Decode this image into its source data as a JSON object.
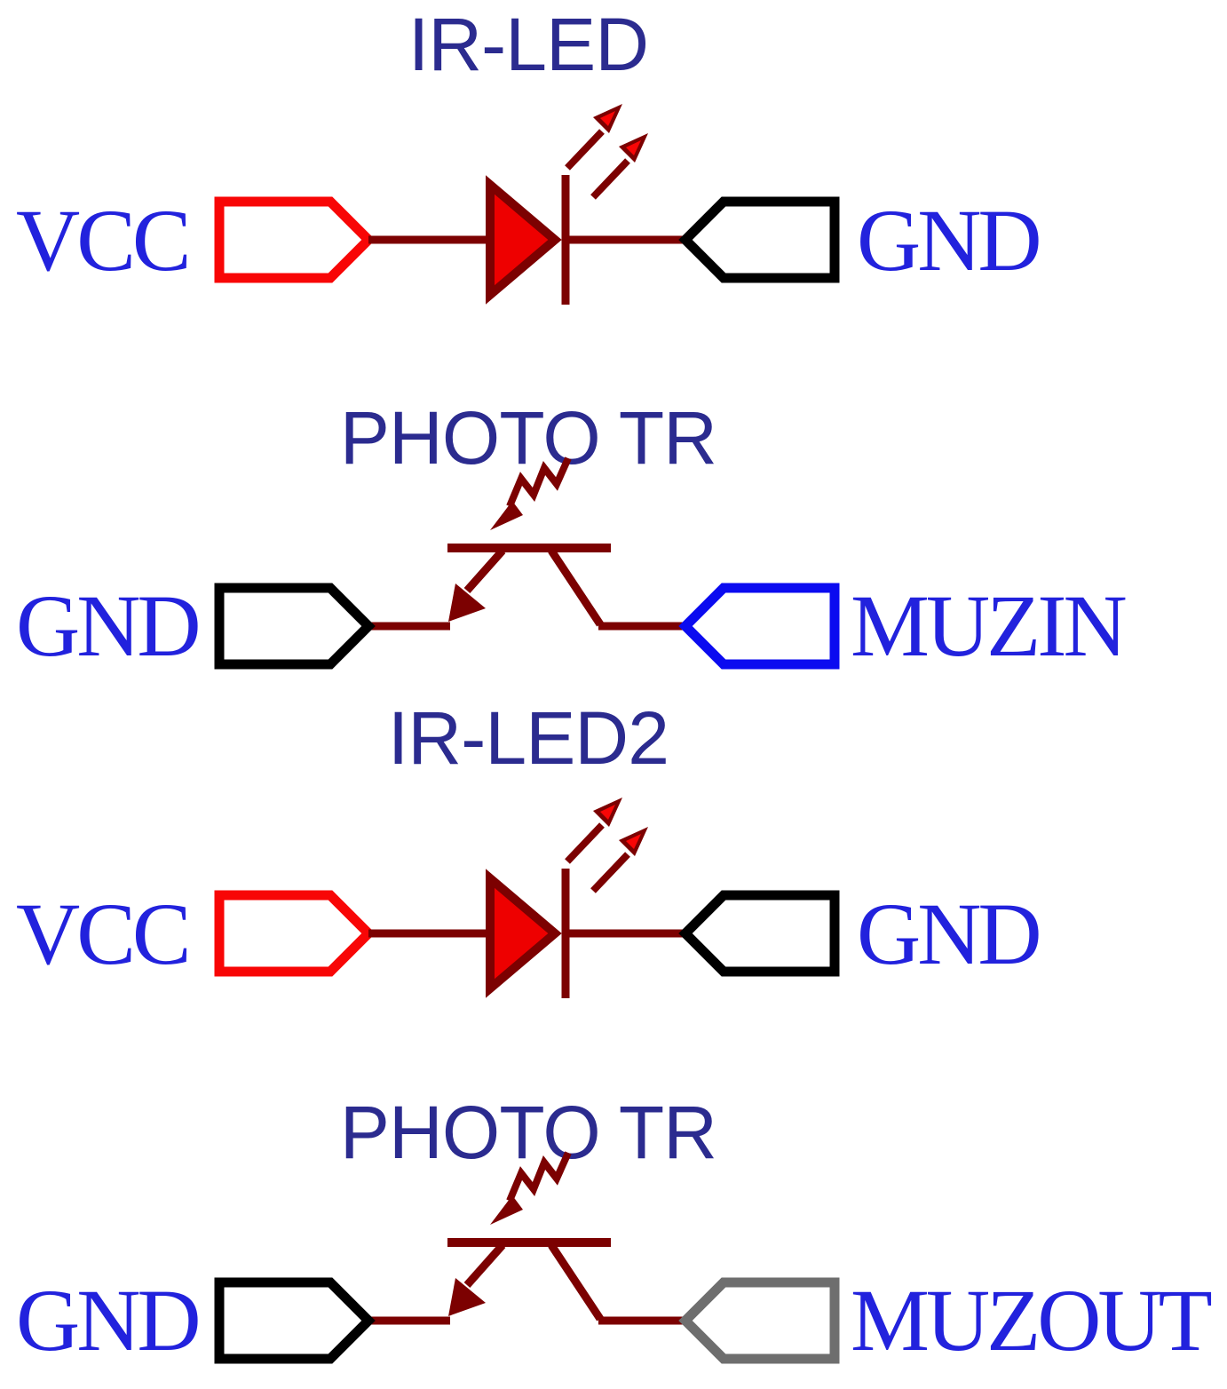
{
  "diagram": {
    "type": "circuit-schematic",
    "sections": [
      {
        "title": "IR-LED",
        "component": "led",
        "left_label": "VCC",
        "right_label": "GND",
        "left_connector_color": "#F80606",
        "right_connector_color": "#000000"
      },
      {
        "title": "PHOTO TR",
        "component": "phototransistor",
        "left_label": "GND",
        "right_label": "MUZIN",
        "left_connector_color": "#000000",
        "right_connector_color": "#0B0BF0"
      },
      {
        "title": "IR-LED2",
        "component": "led",
        "left_label": "VCC",
        "right_label": "GND",
        "left_connector_color": "#F80606",
        "right_connector_color": "#000000"
      },
      {
        "title": "PHOTO TR",
        "component": "phototransistor",
        "left_label": "GND",
        "right_label": "MUZOUT",
        "left_connector_color": "#000000",
        "right_connector_color": "#6E6E6E"
      }
    ],
    "colors": {
      "title_text": "#2B2B8F",
      "pin_label_text": "#2222DD",
      "wire": "#7C0101",
      "led_fill": "#EE0000",
      "led_emission_inner": "#F80606",
      "vcc_connector": "#F80606",
      "gnd_connector": "#000000",
      "muzin_connector": "#0B0BF0",
      "muzout_connector": "#6E6E6E",
      "background": "#FFFFFF"
    }
  }
}
